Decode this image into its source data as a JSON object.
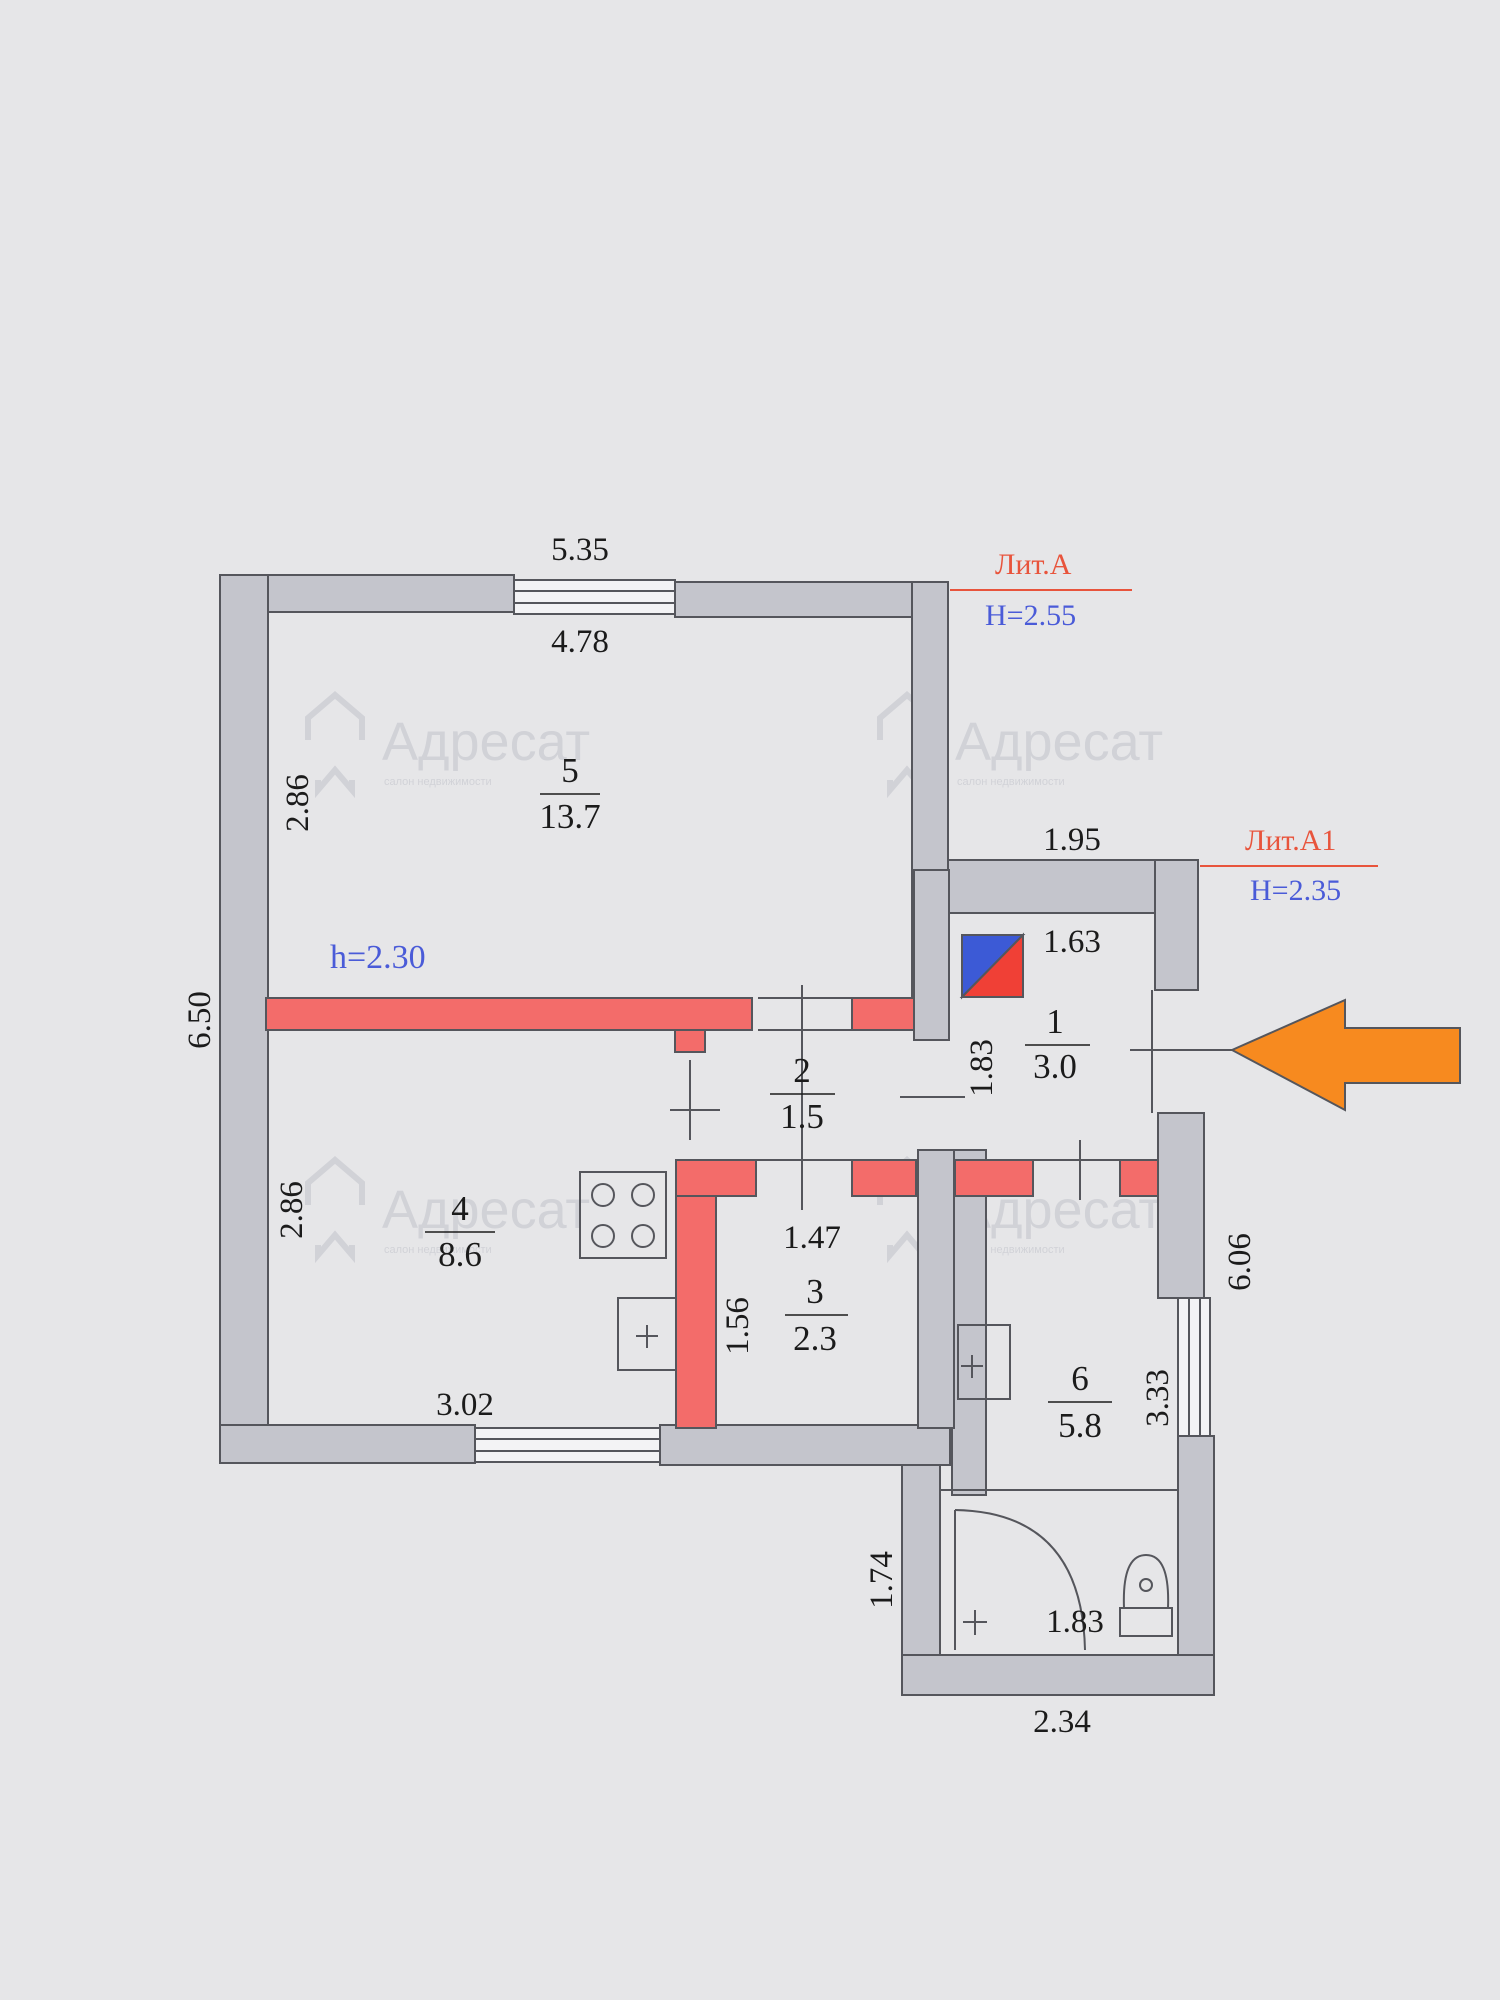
{
  "colors": {
    "background": "#e6e6e8",
    "wall": "#c4c5cc",
    "partition": "#f36c6a",
    "lit_label": "#e8543c",
    "height_label": "#4a5bd8",
    "entrance_arrow": "#f78a1f"
  },
  "buildings": [
    {
      "letter": "Лит.А",
      "height": "H=2.55"
    },
    {
      "letter": "Лит.А1",
      "height": "H=2.35"
    }
  ],
  "ceiling_height": "h=2.30",
  "rooms": [
    {
      "number": "1",
      "area": "3.0"
    },
    {
      "number": "2",
      "area": "1.5"
    },
    {
      "number": "3",
      "area": "2.3"
    },
    {
      "number": "4",
      "area": "8.6"
    },
    {
      "number": "5",
      "area": "13.7"
    },
    {
      "number": "6",
      "area": "5.8"
    }
  ],
  "dimensions": {
    "outer_top": "5.35",
    "inner_top": "4.78",
    "left_total": "6.50",
    "room5_height": "2.86",
    "room4_height": "2.86",
    "room4_bottom": "3.02",
    "annex_top": "1.95",
    "room1_top": "1.63",
    "room1_side": "1.83",
    "room3_top": "1.47",
    "room3_side": "1.56",
    "annex_right": "6.06",
    "room6_side": "3.33",
    "bath_left": "1.74",
    "bath_inner": "1.83",
    "annex_bottom": "2.34"
  },
  "watermark": {
    "brand": "Адресат",
    "tagline": "салон недвижимости"
  },
  "icons": [
    "stove-icon",
    "sink-icon",
    "boiler-icon",
    "toilet-icon",
    "door-swing-icon",
    "entrance-arrow-icon"
  ]
}
